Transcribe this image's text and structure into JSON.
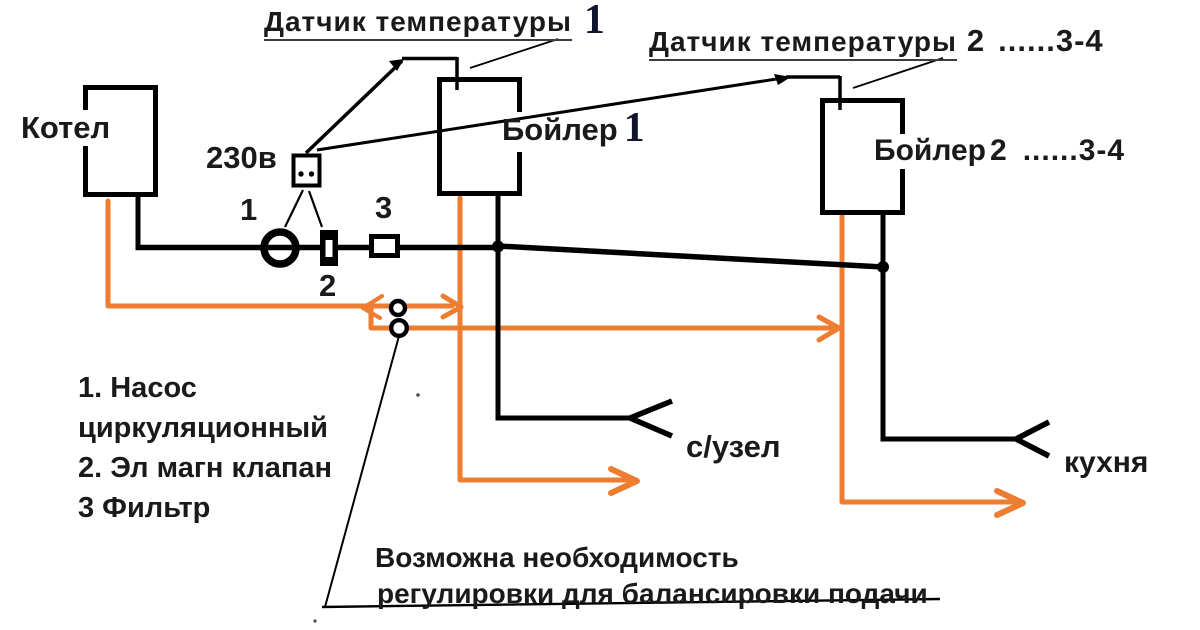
{
  "colors": {
    "hot_pipe_orange": "#ED7D31",
    "cold_pipe_black": "#000000",
    "text": "#1a1a1a"
  },
  "sensor1": {
    "label": "Датчик температуры",
    "number": "1"
  },
  "sensor2": {
    "label": "Датчик температуры",
    "number": "2",
    "suffix": "......3-4"
  },
  "boiler": {
    "label": "Котел"
  },
  "power": {
    "label": "230в"
  },
  "tank1": {
    "label": "Бойлер",
    "number": "1"
  },
  "tank2": {
    "label": "Бойлер",
    "number": "2",
    "suffix": "......3-4"
  },
  "components": {
    "pump_number": "1",
    "valve_number": "2",
    "filter_number": "3"
  },
  "legend": {
    "line1": "1. Насос",
    "line2": "циркуляционный",
    "line3": "2. Эл магн клапан",
    "line4": "3 Фильтр"
  },
  "outlet1": {
    "label": "с/узел"
  },
  "outlet2": {
    "label": "кухня"
  },
  "note": {
    "line1": "Возможна необходимость",
    "line2": "регулировки для балансировки  подачи"
  }
}
